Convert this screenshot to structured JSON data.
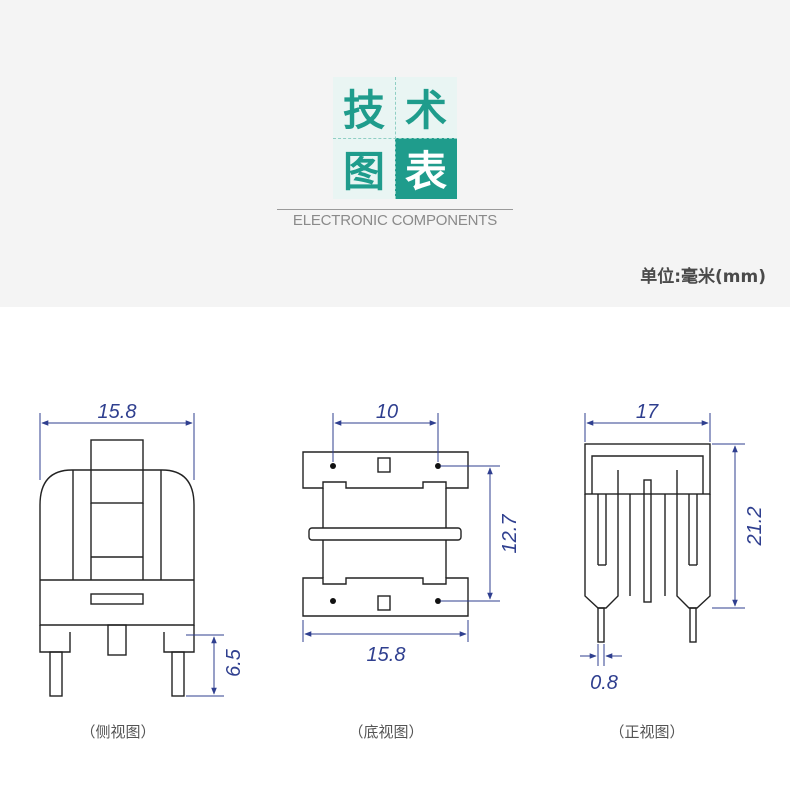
{
  "logo": {
    "chars": [
      "技",
      "术",
      "图",
      "表"
    ],
    "subtitle": "ELECTRONIC COMPONENTS"
  },
  "unit_label": "单位:毫米(mm)",
  "views": {
    "side": {
      "caption": "（侧视图）",
      "width_dim": "15.8",
      "pin_dim": "6.5"
    },
    "bottom": {
      "caption": "（底视图）",
      "pin_spacing_dim": "10",
      "pin_pitch_dim": "12.7",
      "width_dim": "15.8"
    },
    "front": {
      "caption": "（正视图）",
      "width_dim": "17",
      "height_dim": "21.2",
      "pin_dia_dim": "0.8"
    }
  },
  "colors": {
    "teal": "#1f9c8c",
    "dimension": "#2f3f8f",
    "outline": "#222222"
  }
}
